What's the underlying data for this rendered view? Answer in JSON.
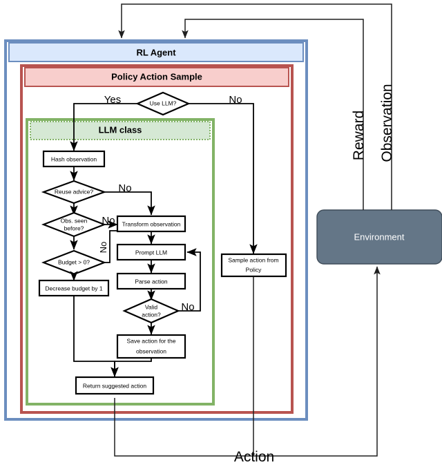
{
  "diagram": {
    "title": "RL Agent with LLM-based policy action sampling flowchart",
    "containers": {
      "rl_agent": {
        "label": "RL Agent",
        "border_color": "#6c8ebf",
        "fill_color": "#dae8fc"
      },
      "policy_action_sample": {
        "label": "Policy Action Sample",
        "border_color": "#b85450",
        "fill_color": "#f8cecc"
      },
      "llm_class": {
        "label": "LLM class",
        "border_color": "#82b366",
        "fill_color": "#d5e8d4"
      }
    },
    "environment": {
      "label": "Environment",
      "fill_color": "#647687",
      "text_color": "#ffffff"
    },
    "nodes": {
      "use_llm": "Use LLM?",
      "hash_observation": "Hash observation",
      "reuse_advice": "Reuse advice?",
      "obs_seen_before_line1": "Obs. seen",
      "obs_seen_before_line2": "before?",
      "budget": "Budget > 0?",
      "decrease_budget": "Decrease budget by 1",
      "transform_observation": "Transform observation",
      "prompt_llm": "Prompt LLM",
      "parse_action": "Parse action",
      "valid_action_line1": "Valid",
      "valid_action_line2": "action?",
      "save_action_line1": "Save action for the",
      "save_action_line2": "observation",
      "return_suggested_action": "Return suggested action",
      "sample_action_line1": "Sample action from",
      "sample_action_line2": "Policy"
    },
    "edge_labels": {
      "yes": "Yes",
      "no_use_llm": "No",
      "no_reuse_advice": "No",
      "no_obs_seen": "No",
      "no_budget": "No",
      "no_valid_action": "No",
      "reward": "Reward",
      "observation": "Observation",
      "action": "Action"
    }
  }
}
